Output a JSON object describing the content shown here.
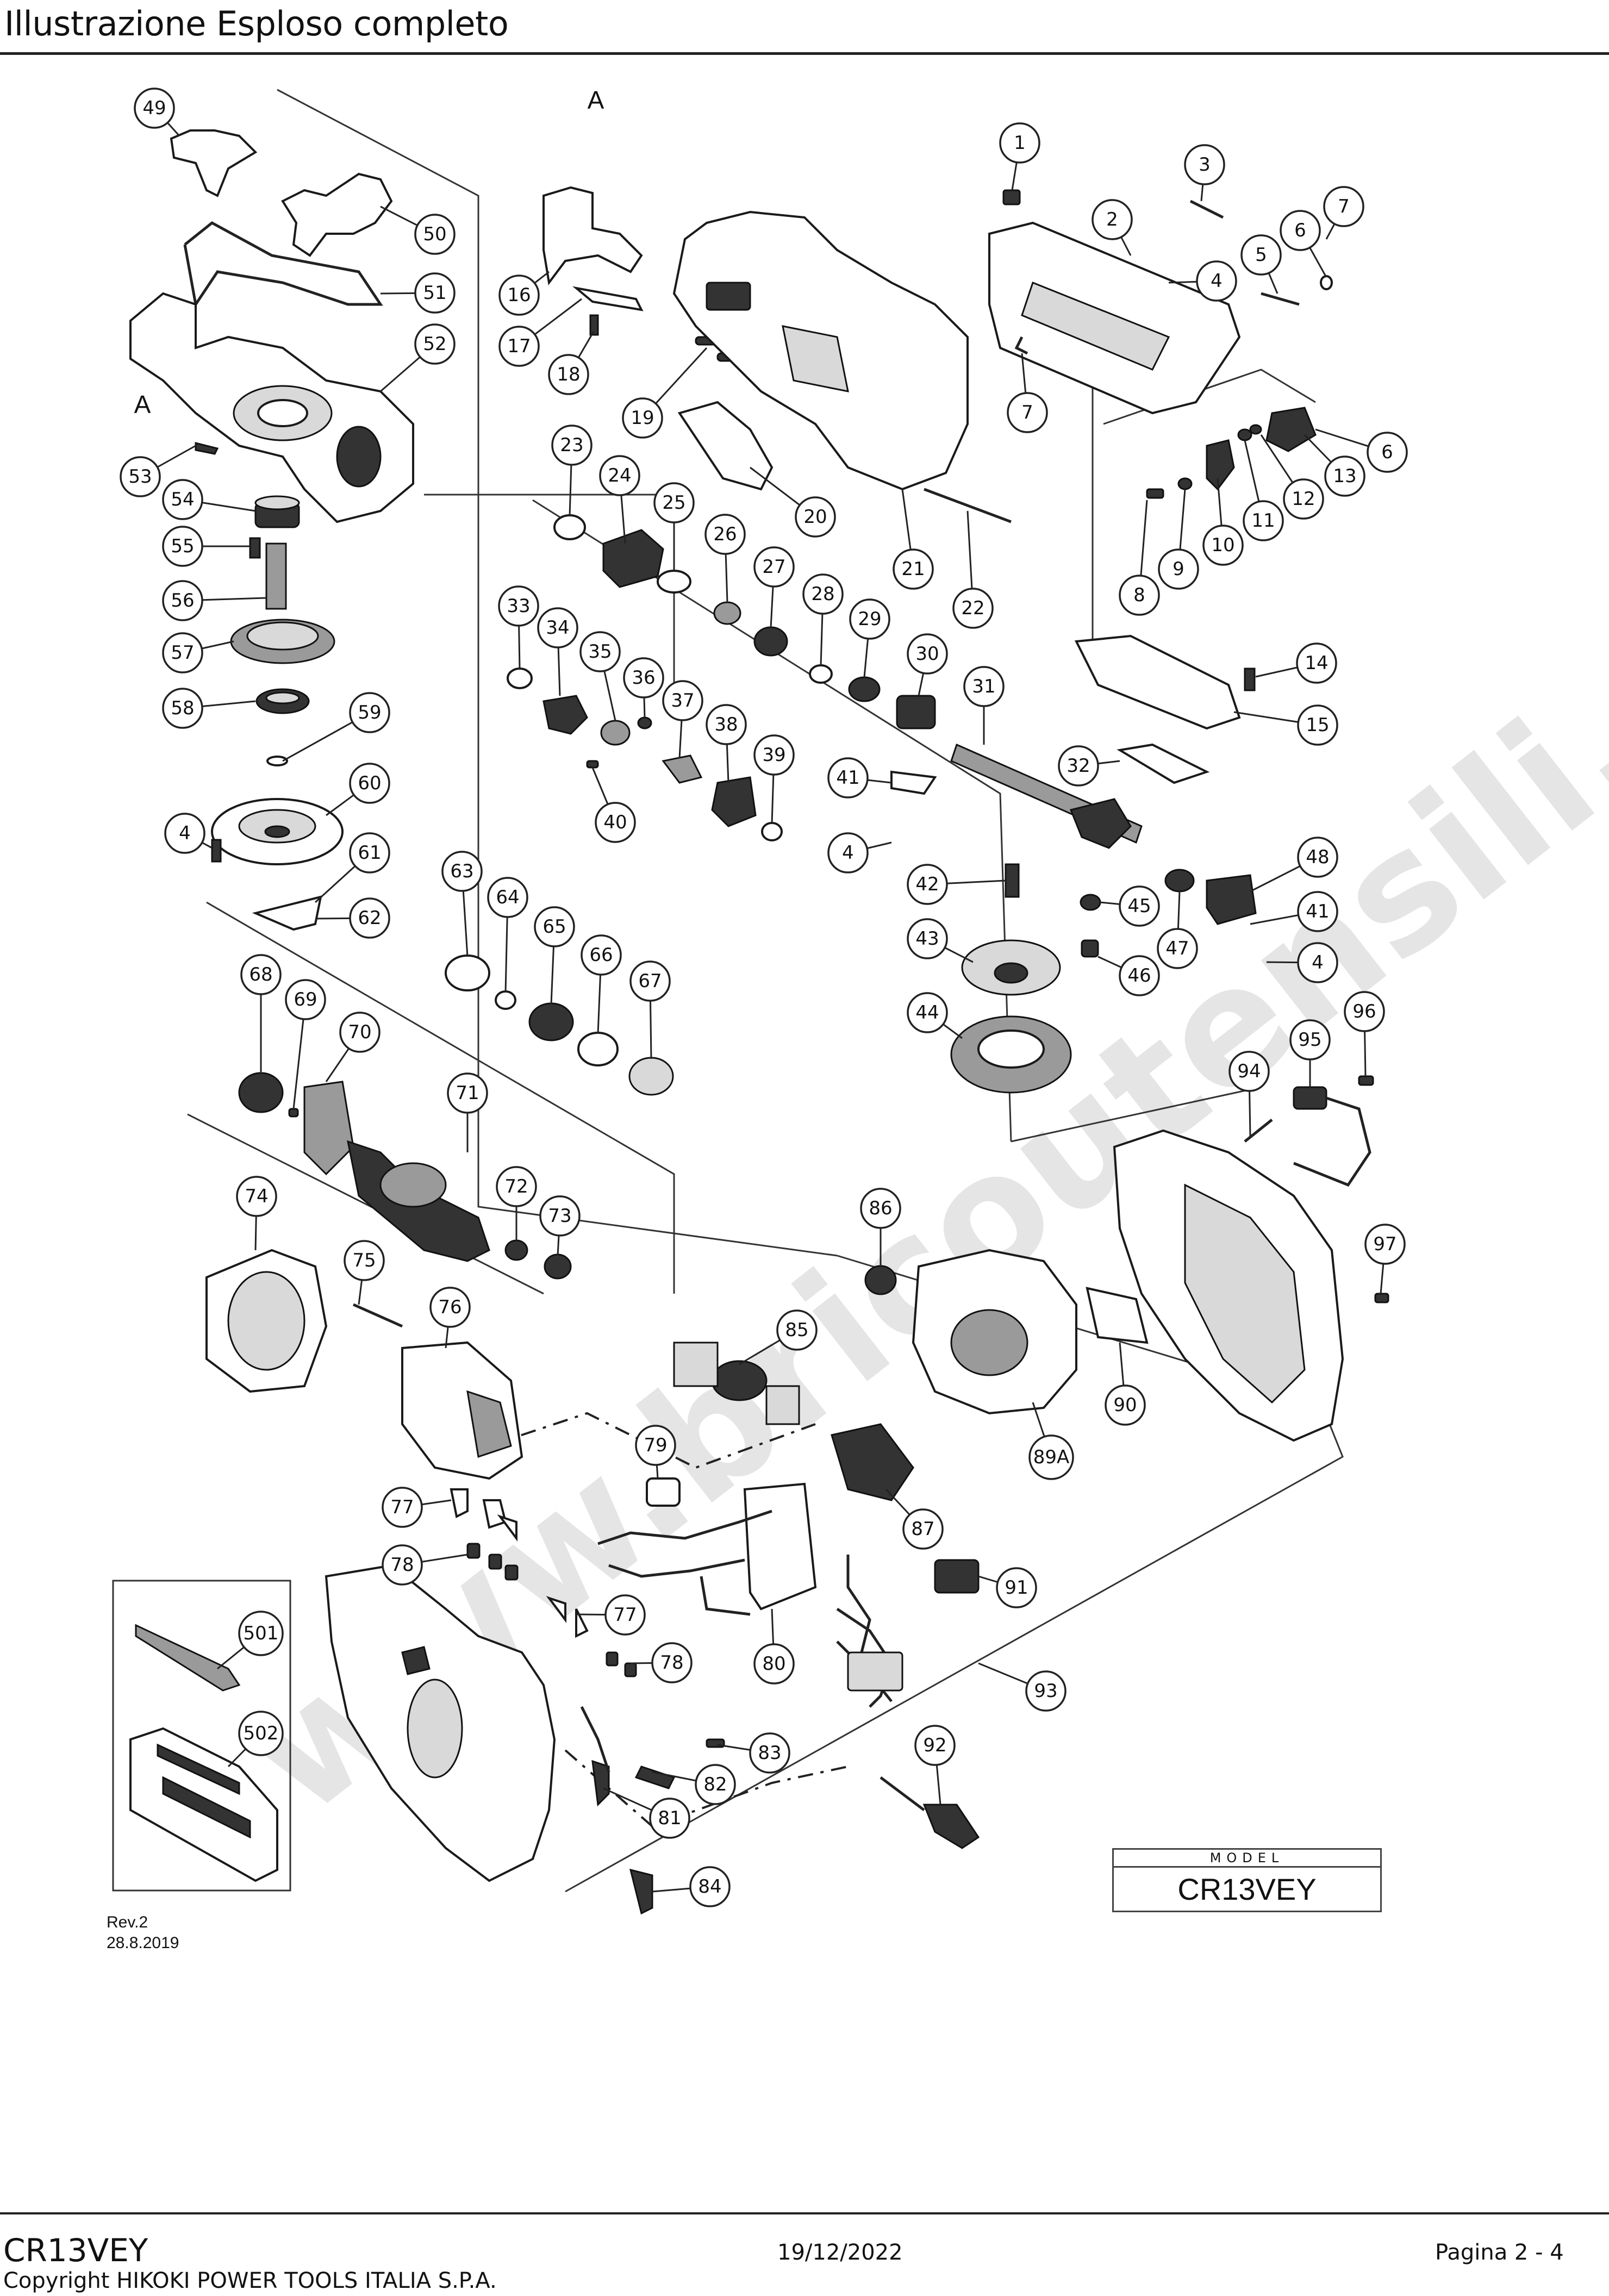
{
  "header": {
    "title": "Illustrazione  Esploso completo"
  },
  "diagram": {
    "section_marker": "A",
    "watermark": "www.bricoutensili.com",
    "part_numbers": [
      "1",
      "2",
      "3",
      "4",
      "5",
      "6",
      "7",
      "8",
      "9",
      "10",
      "11",
      "12",
      "13",
      "14",
      "15",
      "16",
      "17",
      "18",
      "19",
      "20",
      "21",
      "22",
      "23",
      "24",
      "25",
      "26",
      "27",
      "28",
      "29",
      "30",
      "31",
      "32",
      "33",
      "34",
      "35",
      "36",
      "37",
      "38",
      "39",
      "40",
      "41",
      "42",
      "43",
      "44",
      "45",
      "46",
      "47",
      "48",
      "49",
      "50",
      "51",
      "52",
      "53",
      "54",
      "55",
      "56",
      "57",
      "58",
      "59",
      "60",
      "61",
      "62",
      "63",
      "64",
      "65",
      "66",
      "67",
      "68",
      "69",
      "70",
      "71",
      "72",
      "73",
      "74",
      "75",
      "76",
      "77",
      "78",
      "79",
      "80",
      "81",
      "82",
      "83",
      "84",
      "85",
      "86",
      "87",
      "89A",
      "90",
      "91",
      "92",
      "93",
      "94",
      "95",
      "96",
      "97",
      "501",
      "502"
    ]
  },
  "model_box": {
    "label": "MODEL",
    "value": "CR13VEY"
  },
  "revision": {
    "line1": "Rev.2",
    "line2": "28.8.2019"
  },
  "footer": {
    "model": "CR13VEY",
    "date": "19/12/2022",
    "page": "Pagina 2 - 4",
    "copyright": "Copyright HIKOKI POWER TOOLS ITALIA S.P.A."
  }
}
